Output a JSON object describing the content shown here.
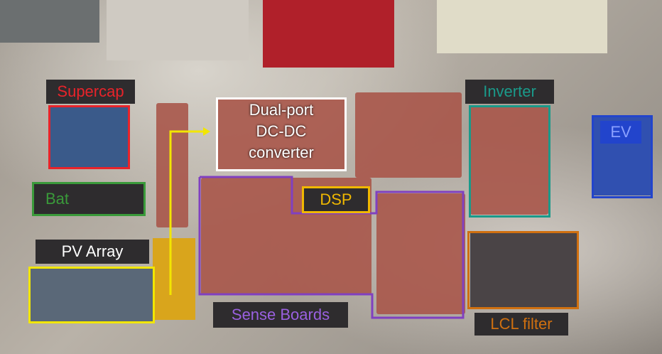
{
  "labels": {
    "supercap": "Supercap",
    "dcdc_line1": "Dual-port",
    "dcdc_line2": "DC-DC",
    "dcdc_line3": "converter",
    "inverter": "Inverter",
    "ev": "EV",
    "bat": "Bat",
    "pv": "PV Array",
    "dsp": "DSP",
    "sense": "Sense Boards",
    "lcl": "LCL filter"
  },
  "colors": {
    "supercap": "#e8232a",
    "dcdc": "#ffffff",
    "inverter": "#1a9a8a",
    "ev": "#2244cc",
    "bat": "#3a9a3a",
    "pv": "#f2e600",
    "dsp": "#f0b800",
    "sense": "#8040c0",
    "lcl": "#d07010"
  }
}
